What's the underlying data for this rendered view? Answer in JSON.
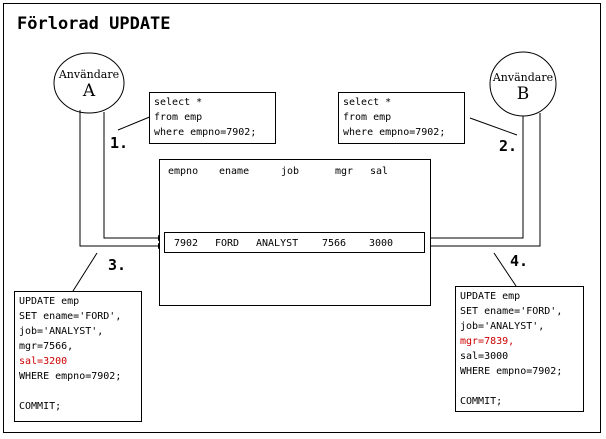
{
  "title": "Förlorad UPDATE",
  "users": [
    {
      "label_top": "Användare",
      "label_letter": "A"
    },
    {
      "label_top": "Användare",
      "label_letter": "B"
    }
  ],
  "select_query": {
    "lines": [
      "select *",
      "from emp",
      "where empno=7902;"
    ]
  },
  "table": {
    "columns": [
      "empno",
      "ename",
      "job",
      "mgr",
      "sal"
    ],
    "row": [
      "7902",
      "FORD",
      "ANALYST",
      "7566",
      "3000"
    ]
  },
  "steps": [
    "1.",
    "2.",
    "3.",
    "4."
  ],
  "update_a": {
    "lines": [
      "UPDATE emp",
      "SET ename='FORD',",
      "job='ANALYST',",
      "mgr=7566,",
      "sal=3200",
      "WHERE empno=7902;",
      "",
      "COMMIT;"
    ],
    "highlight_index": 4,
    "highlight_color": "#cc0000"
  },
  "update_b": {
    "lines": [
      "UPDATE emp",
      "SET ename='FORD',",
      "job='ANALYST',",
      "mgr=7839,",
      "sal=3000",
      "WHERE empno=7902;",
      "",
      "COMMIT;"
    ],
    "highlight_index": 3,
    "highlight_color": "#cc0000"
  }
}
